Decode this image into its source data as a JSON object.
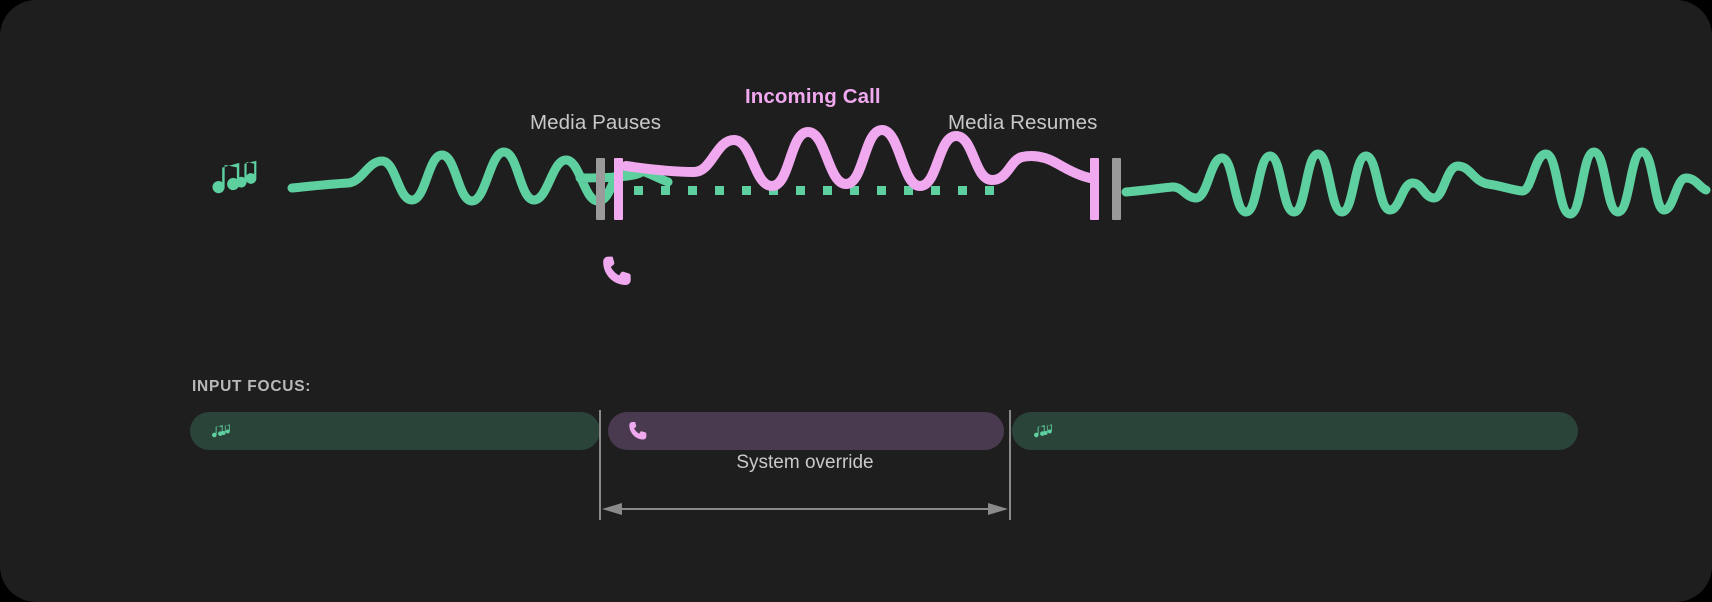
{
  "theme": {
    "bg_page": "#000000",
    "bg_card": "#1e1e1e",
    "accent_media": "#5ecf9e",
    "accent_call": "#f0a8ef",
    "text_muted": "#c9c9c9",
    "text_label": "#b9b9b9",
    "chip_media_bg": "#2a4439",
    "chip_call_bg": "#4a3a50",
    "marker_gray": "#9a9a9a",
    "bracket_line": "#8a8a8a"
  },
  "timeline": {
    "icons": {
      "music_note": "music-note-icon",
      "phone": "phone-icon"
    },
    "labels": {
      "media_pauses": "Media Pauses",
      "incoming_call": "Incoming Call",
      "media_resumes": "Media Resumes"
    },
    "segments": [
      {
        "name": "media-before",
        "type": "waveform",
        "color": "#5ecf9e",
        "state": "playing"
      },
      {
        "name": "call-interrupt",
        "type": "waveform",
        "color": "#f0a8ef",
        "state": "active"
      },
      {
        "name": "media-paused-track",
        "type": "dotted",
        "color": "#5ecf9e",
        "state": "paused"
      },
      {
        "name": "media-after",
        "type": "waveform",
        "color": "#5ecf9e",
        "state": "playing"
      }
    ],
    "markers": [
      {
        "name": "pause-marker-gray",
        "color": "#9a9a9a"
      },
      {
        "name": "pause-marker-pink",
        "color": "#f0a8ef"
      },
      {
        "name": "resume-marker-pink",
        "color": "#f0a8ef"
      },
      {
        "name": "resume-marker-gray",
        "color": "#9a9a9a"
      }
    ]
  },
  "input_focus": {
    "title": "INPUT FOCUS:",
    "chips": [
      {
        "name": "chip-media-1",
        "icon": "music-note-icon",
        "glyph": "♫♪",
        "owner": "media",
        "color": "#5ecf9e"
      },
      {
        "name": "chip-call",
        "icon": "phone-icon",
        "glyph": "✆",
        "owner": "call",
        "color": "#f0a8ef"
      },
      {
        "name": "chip-media-2",
        "icon": "music-note-icon",
        "glyph": "♫♪",
        "owner": "media",
        "color": "#5ecf9e"
      }
    ]
  },
  "override": {
    "label": "System override"
  }
}
